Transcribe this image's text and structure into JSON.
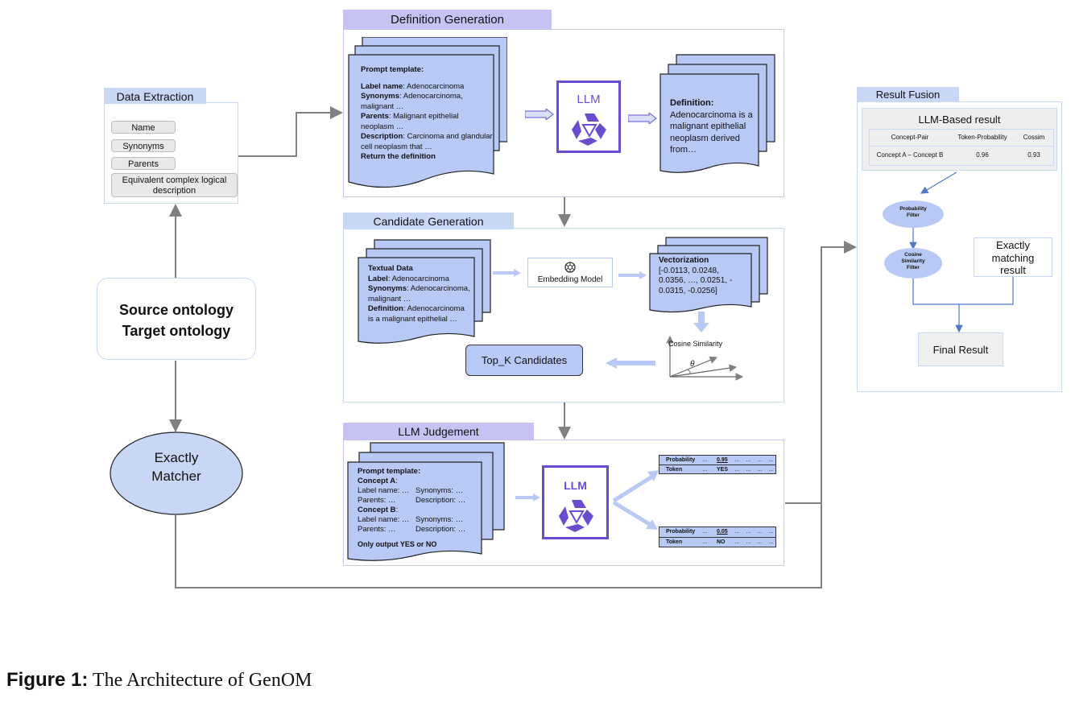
{
  "data_extraction": {
    "title": "Data Extraction",
    "fields": [
      "Name",
      "Synonyms",
      "Parents",
      "Equivalent complex logical description"
    ]
  },
  "source_box": {
    "line1": "Source ontology",
    "line2": "Target ontology"
  },
  "exact_matcher": {
    "line1": "Exactly",
    "line2": "Matcher"
  },
  "definition_generation": {
    "title": "Definition Generation",
    "prompt": {
      "heading": "Prompt template:",
      "label_key": "Label name",
      "label_val": ": Adenocarcinoma",
      "syn_key": "Synonyms",
      "syn_val": ": Adenocarcinoma,",
      "syn_val2": "malignant …",
      "par_key": "Parents",
      "par_val": ": Malignant epithelial",
      "par_val2": "neoplasm …",
      "desc_key": "Description",
      "desc_val": ": Carcinoma and glandular",
      "desc_val2": "cell neoplasm that …",
      "ret": "Return the definition"
    },
    "llm_label": "LLM",
    "output": {
      "key": "Definition",
      "line1": "Adenocarcinoma is a",
      "line2": "malignant epithelial",
      "line3": "neoplasm derived",
      "line4": "from…"
    }
  },
  "candidate_generation": {
    "title": "Candidate Generation",
    "text_doc": {
      "heading": "Textual Data",
      "label_key": "Label",
      "label_val": ": Adenocarcinoma",
      "syn_key": "Synonyms",
      "syn_val": ": Adenocarcinoma,",
      "syn_val2": "malignant …",
      "def_key": "Definition",
      "def_val": ": Adenocarcinoma",
      "def_val2": "is a malignant epithelial …"
    },
    "embedding_model": "Embedding Model",
    "vector": {
      "heading": "Vectorization",
      "line1": "[-0.0113,  0.0248,",
      "line2": "0.0356,  …,  0.0251, -",
      "line3": "0.0315, -0.0256]"
    },
    "cosine_label": "Cosine Similarity",
    "theta": "θ",
    "topk": "Top_K Candidates"
  },
  "llm_judgement": {
    "title": "LLM Judgement",
    "prompt": {
      "heading": "Prompt template:",
      "concept_a": "Concept A",
      "a_label": "Label name: …",
      "a_syn": "Synonyms: …",
      "a_par": "Parents: …",
      "a_desc": "Description: …",
      "concept_b": "Concept B",
      "b_label": "Label name: …",
      "b_syn": "Synonyms: …",
      "b_par": "Parents: …",
      "b_desc": "Description: …",
      "only": "Only output YES or NO"
    },
    "llm_label": "LLM",
    "yes_table": {
      "prob_key": "Probability",
      "prob_val": "0.95",
      "tok_key": "Token",
      "tok_val": "YES",
      "dots": "…"
    },
    "no_table": {
      "prob_key": "Probability",
      "prob_val": "0.05",
      "tok_key": "Token",
      "tok_val": "NO",
      "dots": "…"
    }
  },
  "result_fusion": {
    "title": "Result Fusion",
    "llm_result_title": "LLM-Based result",
    "table": {
      "headers": [
        "Concept-Pair",
        "Token-Probability",
        "Cossim"
      ],
      "row": [
        "Concept A – Concept B",
        "0.96",
        "0.93"
      ]
    },
    "prob_filter": {
      "line1": "Probability",
      "line2": "Filter"
    },
    "cos_filter": {
      "line1": "Cosine",
      "line2": "Similarity",
      "line3": "Filter"
    },
    "exact_result": {
      "line1": "Exactly",
      "line2": "matching",
      "line3": "result"
    },
    "final": "Final Result"
  },
  "caption": {
    "label": "Figure 1:",
    "text": "The Architecture of GenOM"
  },
  "colors": {
    "purple": "#6a4cd1",
    "doc_fill": "#b8c9f5",
    "grey_line": "#808080"
  }
}
